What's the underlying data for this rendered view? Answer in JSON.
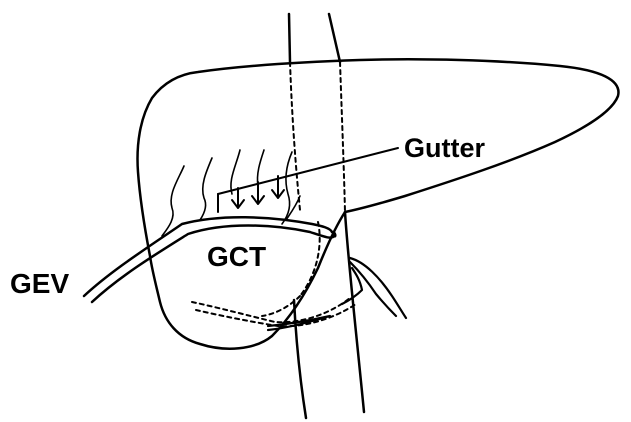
{
  "labels": {
    "gutter": "Gutter",
    "gct": "GCT",
    "gev": "GEV"
  },
  "colors": {
    "stroke": "#000000",
    "background": "#ffffff"
  }
}
